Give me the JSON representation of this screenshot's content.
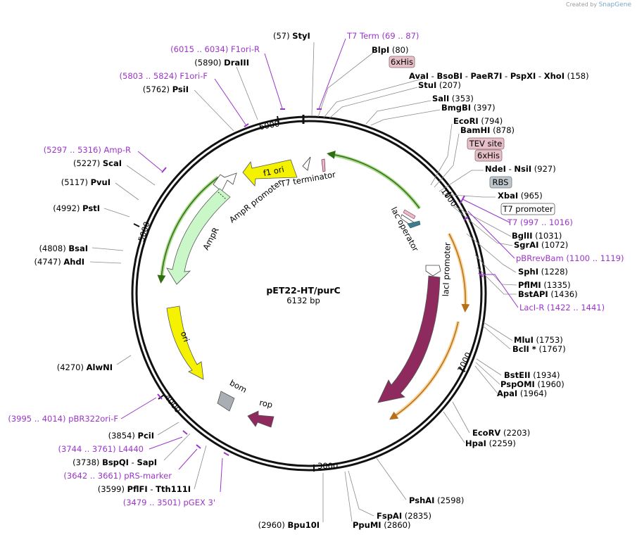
{
  "credit": {
    "prefix": "Created by",
    "brand": "SnapGene"
  },
  "plasmid": {
    "name": "pET22-HT/purC",
    "length": "6132 bp"
  },
  "ticks": [
    {
      "label": "1000"
    },
    {
      "label": "2000"
    },
    {
      "label": "3000"
    },
    {
      "label": "4000"
    },
    {
      "label": "5000"
    },
    {
      "label": "6000"
    }
  ],
  "sites": [
    {
      "pos": "(57)",
      "name": "StyI",
      "pre": true
    },
    {
      "pos": "(80)",
      "name": "BlpI",
      "pre": false
    },
    {
      "name": "AvaI",
      "extra": [
        "BsoBI",
        "PaeR7I",
        "PspXI",
        "XhoI"
      ],
      "pos": "(158)",
      "pre": false
    },
    {
      "pos": "(207)",
      "name": "StuI",
      "pre": false
    },
    {
      "pos": "(353)",
      "name": "SalI",
      "pre": false
    },
    {
      "pos": "(397)",
      "name": "BmgBI",
      "pre": false
    },
    {
      "pos": "(794)",
      "name": "EcoRI",
      "pre": false
    },
    {
      "pos": "(878)",
      "name": "BamHI",
      "pre": false
    },
    {
      "name": "NdeI",
      "extra": [
        "NsiI"
      ],
      "pos": "(927)",
      "pre": false
    },
    {
      "pos": "(965)",
      "name": "XbaI",
      "pre": false
    },
    {
      "pos": "(1031)",
      "name": "BglII",
      "pre": false
    },
    {
      "pos": "(1072)",
      "name": "SgrAI",
      "pre": false
    },
    {
      "pos": "(1228)",
      "name": "SphI",
      "pre": false
    },
    {
      "pos": "(1335)",
      "name": "PflMI",
      "pre": false
    },
    {
      "pos": "(1436)",
      "name": "BstAPI",
      "pre": false
    },
    {
      "pos": "(1753)",
      "name": "MluI",
      "pre": false
    },
    {
      "pos": "(1767)",
      "name": "BclI *",
      "pre": false
    },
    {
      "pos": "(1934)",
      "name": "BstEII",
      "pre": false
    },
    {
      "pos": "(1960)",
      "name": "PspOMI",
      "pre": false
    },
    {
      "pos": "(1964)",
      "name": "ApaI",
      "pre": false
    },
    {
      "pos": "(2203)",
      "name": "EcoRV",
      "pre": false
    },
    {
      "pos": "(2259)",
      "name": "HpaI",
      "pre": false
    },
    {
      "pos": "(2598)",
      "name": "PshAI",
      "pre": false
    },
    {
      "pos": "(2835)",
      "name": "FspAI",
      "pre": false
    },
    {
      "pos": "(2860)",
      "name": "PpuMI",
      "pre": false
    },
    {
      "pos": "(2960)",
      "name": "Bpu10I",
      "pre": true
    },
    {
      "pos": "(3599)",
      "name": "PflFI",
      "extra": [
        "Tth111I"
      ],
      "pre": true
    },
    {
      "pos": "(3738)",
      "name": "BspQI",
      "extra": [
        "SapI"
      ],
      "pre": true
    },
    {
      "pos": "(3854)",
      "name": "PciI",
      "pre": true
    },
    {
      "pos": "(4270)",
      "name": "AlwNI",
      "pre": true
    },
    {
      "pos": "(4747)",
      "name": "AhdI",
      "pre": true
    },
    {
      "pos": "(4808)",
      "name": "BsaI",
      "pre": true
    },
    {
      "pos": "(4992)",
      "name": "PstI",
      "pre": true
    },
    {
      "pos": "(5117)",
      "name": "PvuI",
      "pre": true
    },
    {
      "pos": "(5227)",
      "name": "ScaI",
      "pre": true
    },
    {
      "pos": "(5762)",
      "name": "PsiI",
      "pre": true
    },
    {
      "pos": "(5890)",
      "name": "DraIII",
      "pre": true
    }
  ],
  "primers": [
    {
      "name": "T7 Term",
      "range": "(69 .. 87)"
    },
    {
      "name": "T7",
      "range": "(997 .. 1016)"
    },
    {
      "name": "pBRrevBam",
      "range": "(1100 .. 1119)"
    },
    {
      "name": "LacI-R",
      "range": "(1422 .. 1441)"
    },
    {
      "name": "pGEX 3'",
      "range": "(3479 .. 3501)"
    },
    {
      "name": "pRS-marker",
      "range": "(3642 .. 3661)"
    },
    {
      "name": "L4440",
      "range": "(3744 .. 3761)"
    },
    {
      "name": "pBR322ori-F",
      "range": "(3995 .. 4014)"
    },
    {
      "name": "Amp-R",
      "range": "(5297 .. 5316)"
    },
    {
      "name": "F1ori-F",
      "range": "(5803 .. 5824)"
    },
    {
      "name": "F1ori-R",
      "range": "(6015 .. 6034)"
    }
  ],
  "boxed_labels": [
    {
      "text": "6xHis",
      "fill": "#e6bfc8"
    },
    {
      "text": "TEV site",
      "fill": "#e6bfc8"
    },
    {
      "text": "6xHis",
      "fill": "#e6bfc8"
    },
    {
      "text": "RBS",
      "fill": "#bfc6cc"
    },
    {
      "text": "T7 promoter",
      "fill": "#ffffff"
    }
  ],
  "features": [
    {
      "name": "T7 terminator",
      "color": "#ffffff"
    },
    {
      "name": "f1 ori",
      "color": "#f5f200"
    },
    {
      "name": "AmpR promoter",
      "color": "#ffffff"
    },
    {
      "name": "AmpR",
      "color": "#c9f7c7"
    },
    {
      "name": "ori",
      "color": "#f5f200"
    },
    {
      "name": "bom",
      "color": "#a8aeb3"
    },
    {
      "name": "rop",
      "color": "#8e2a5e"
    },
    {
      "name": "lacI",
      "color": "#8e2a5e"
    },
    {
      "name": "lacI promoter",
      "color": "#ffffff"
    },
    {
      "name": "lac operator",
      "color": "#ffffff"
    }
  ],
  "colors": {
    "orf_green": "#5aa82a",
    "orf_orange": "#e8a33c",
    "primer": "#9b35c9",
    "backbone": "#111111"
  }
}
